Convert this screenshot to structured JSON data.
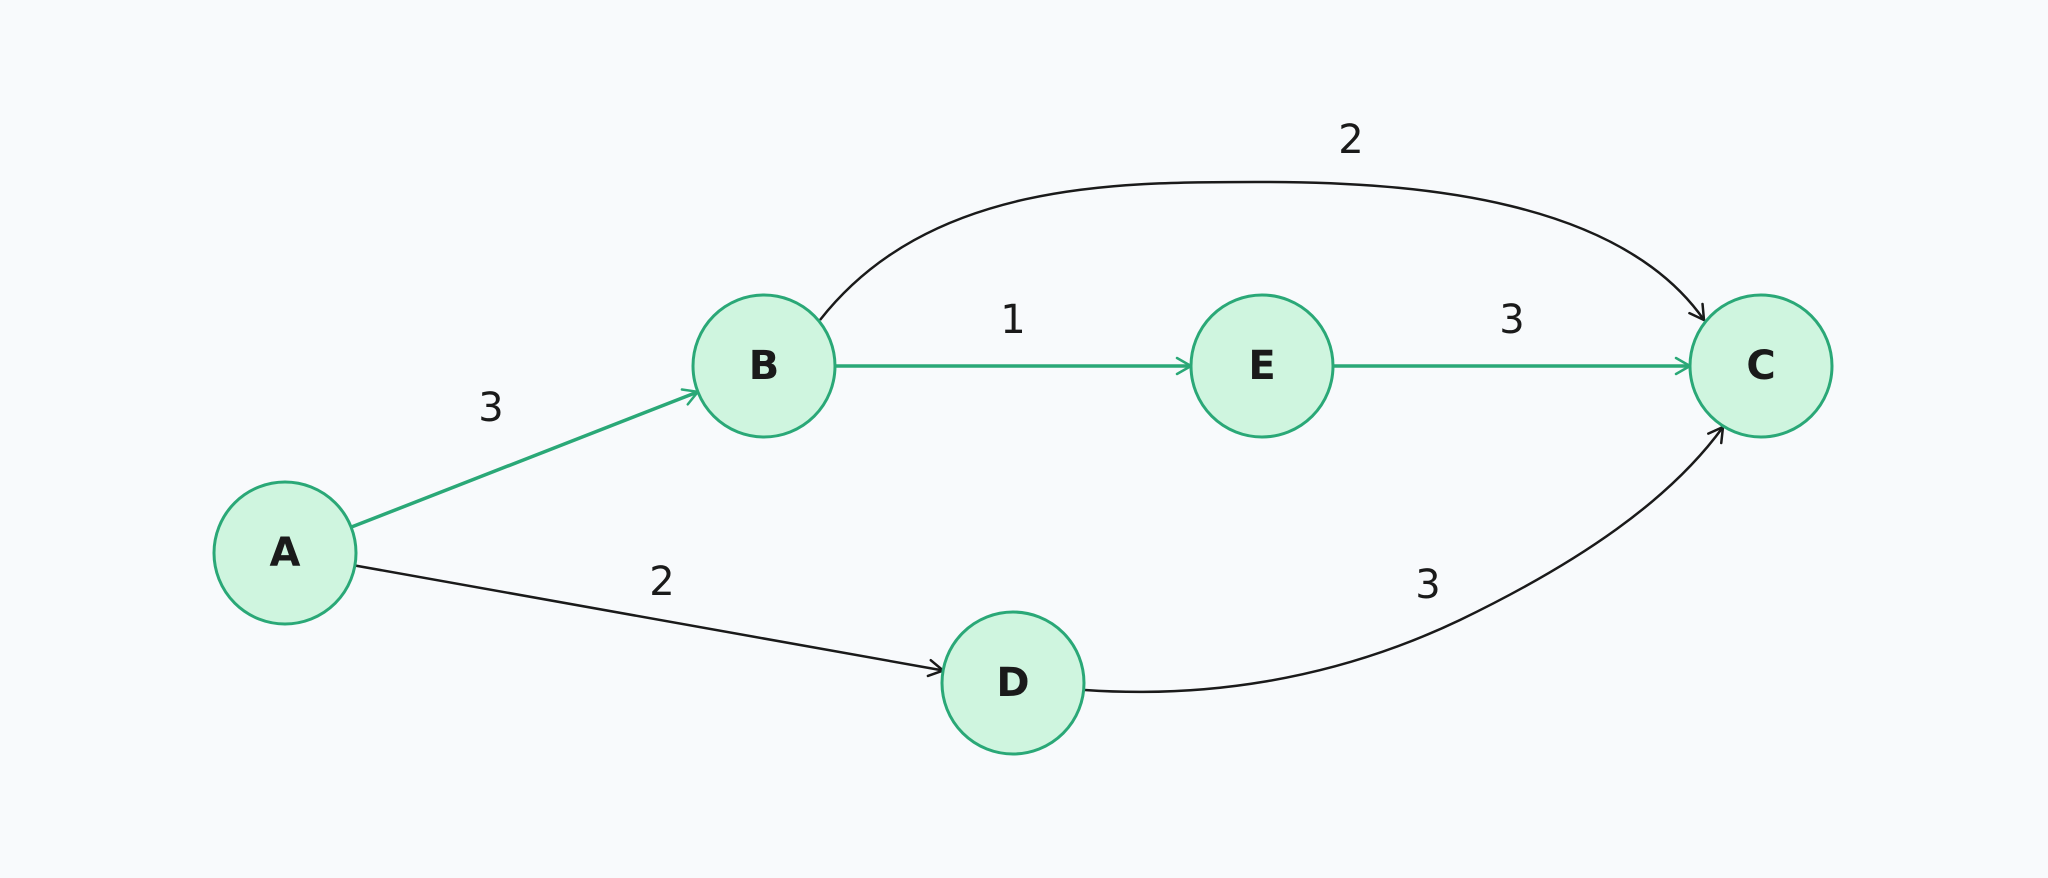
{
  "colors": {
    "background": "#f8fafc",
    "node_fill": "#cff5df",
    "node_stroke": "#2aa877",
    "highlight_edge": "#2aa877",
    "normal_edge": "#1a1a1a",
    "text": "#1a1a1a"
  },
  "nodes": [
    {
      "id": "A",
      "label": "A"
    },
    {
      "id": "B",
      "label": "B"
    },
    {
      "id": "E",
      "label": "E"
    },
    {
      "id": "C",
      "label": "C"
    },
    {
      "id": "D",
      "label": "D"
    }
  ],
  "edges": [
    {
      "from": "A",
      "to": "B",
      "weight": "3",
      "highlighted": true
    },
    {
      "from": "A",
      "to": "D",
      "weight": "2",
      "highlighted": false
    },
    {
      "from": "B",
      "to": "E",
      "weight": "1",
      "highlighted": true
    },
    {
      "from": "E",
      "to": "C",
      "weight": "3",
      "highlighted": true
    },
    {
      "from": "B",
      "to": "C",
      "weight": "2",
      "highlighted": false
    },
    {
      "from": "D",
      "to": "C",
      "weight": "3",
      "highlighted": false
    }
  ]
}
